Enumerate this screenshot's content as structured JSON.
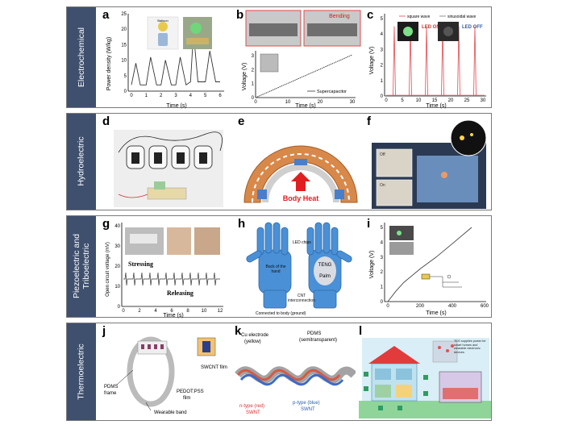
{
  "rows": [
    {
      "label": "Electrochemical"
    },
    {
      "label": "Hydroelectric"
    },
    {
      "label_line1": "Piezoelectric and",
      "label_line2": "Triboelectric"
    },
    {
      "label": "Thermoelectric"
    }
  ],
  "panels": {
    "a": {
      "letter": "a",
      "ylabel": "Power density (W/kg)",
      "xlabel": "Time (s)",
      "inset": "Balloon",
      "yticks": [
        "0",
        "5",
        "10",
        "15",
        "20",
        "25"
      ],
      "xticks": [
        "0",
        "1",
        "2",
        "3",
        "4",
        "5",
        "6"
      ]
    },
    "b": {
      "letter": "b",
      "ylabel": "Voltage (V)",
      "xlabel": "Time (s)",
      "inset": "Bending",
      "legend": "Supercapacitor",
      "yticks": [
        "0",
        "1",
        "2",
        "3"
      ],
      "xticks": [
        "0",
        "10",
        "20",
        "30"
      ]
    },
    "c": {
      "letter": "c",
      "ylabel": "Voltage (V)",
      "xlabel": "Time (s)",
      "legend_square": "square wave",
      "legend_sin": "sinusoidal wave",
      "led_on": "LED ON",
      "led_off": "LED OFF",
      "yticks": [
        "0",
        "1",
        "2",
        "3",
        "4",
        "5"
      ],
      "xticks": [
        "0",
        "5",
        "10",
        "15",
        "20",
        "25",
        "30"
      ]
    },
    "d": {
      "letter": "d"
    },
    "e": {
      "letter": "e",
      "arrow_label": "Body Heat"
    },
    "f": {
      "letter": "f",
      "sign": "Off",
      "sign2": "On"
    },
    "g": {
      "letter": "g",
      "ylabel": "Open circuit voltage (mV)",
      "xlabel": "Time (s)",
      "stressing": "Stressing",
      "releasing": "Releasing",
      "yticks": [
        "0",
        "10",
        "20",
        "30",
        "40"
      ],
      "xticks": [
        "0",
        "2",
        "4",
        "6",
        "8",
        "10",
        "12"
      ]
    },
    "h": {
      "letter": "h",
      "led_chips": "LED chips",
      "back": "Back of the hand",
      "teng": "TENG",
      "palm": "Palm",
      "cnt": "CNT interconnections",
      "ground": "Connected to body (ground)"
    },
    "i": {
      "letter": "i",
      "ylabel": "Voltage (V)",
      "xlabel": "Time (s)",
      "yticks": [
        "0",
        "1",
        "2",
        "3",
        "4",
        "5"
      ],
      "xticks": [
        "0",
        "200",
        "400",
        "600"
      ]
    },
    "j": {
      "letter": "j",
      "pdms": "PDMS",
      "frame": "frame",
      "swcnt": "SWCNT film",
      "pedot": "PEDOT:PSS",
      "film": "film",
      "band": "Wearable band"
    },
    "k": {
      "letter": "k",
      "cu": "Cu electrode",
      "yellow": "(yellow)",
      "pdms": "PDMS",
      "semi": "(semitransparent)",
      "ntype": "n-type (red)",
      "swnt_n": "SWNT",
      "ptype": "p-type (blue)",
      "swnt_p": "SWNT"
    },
    "l": {
      "letter": "l",
      "teg": "TEG supplies power for smart homes and wearable electronic devices"
    }
  },
  "colors": {
    "row_label": "#3f4f6e",
    "plot_red": "#e8474f",
    "plot_gray": "#7a7a7a",
    "glove": "#4a90d6",
    "orange": "#d8894a"
  },
  "chart_data": [
    {
      "type": "line",
      "panel": "a",
      "x": [
        0,
        0.3,
        0.6,
        1.0,
        1.3,
        1.7,
        2.0,
        2.3,
        2.7,
        3.0,
        3.3,
        3.7,
        4.0,
        4.2,
        4.5,
        5.0,
        5.3,
        5.7,
        6.0
      ],
      "y": [
        2,
        9,
        2,
        2,
        11,
        2,
        2,
        10,
        2,
        2,
        11,
        2,
        3,
        19,
        3,
        3,
        13,
        3,
        3
      ],
      "xlim": [
        0,
        6
      ],
      "ylim": [
        0,
        25
      ]
    },
    {
      "type": "line",
      "panel": "b",
      "x": [
        0,
        30
      ],
      "y": [
        0,
        3.2
      ],
      "xlim": [
        0,
        30
      ],
      "ylim": [
        0,
        3.5
      ]
    },
    {
      "type": "line",
      "panel": "c",
      "x_peaks": [
        2.5,
        7.5,
        12.5,
        17.5,
        22.5,
        27.5
      ],
      "peak_value": 4.5,
      "xlim": [
        0,
        30
      ],
      "ylim": [
        0,
        5
      ]
    },
    {
      "type": "line",
      "panel": "i",
      "x": [
        0,
        50,
        100,
        200,
        300,
        400,
        520
      ],
      "y": [
        0,
        0.7,
        1.3,
        2.2,
        3.0,
        3.9,
        5.0
      ],
      "xlim": [
        0,
        600
      ],
      "ylim": [
        0,
        5
      ]
    }
  ]
}
